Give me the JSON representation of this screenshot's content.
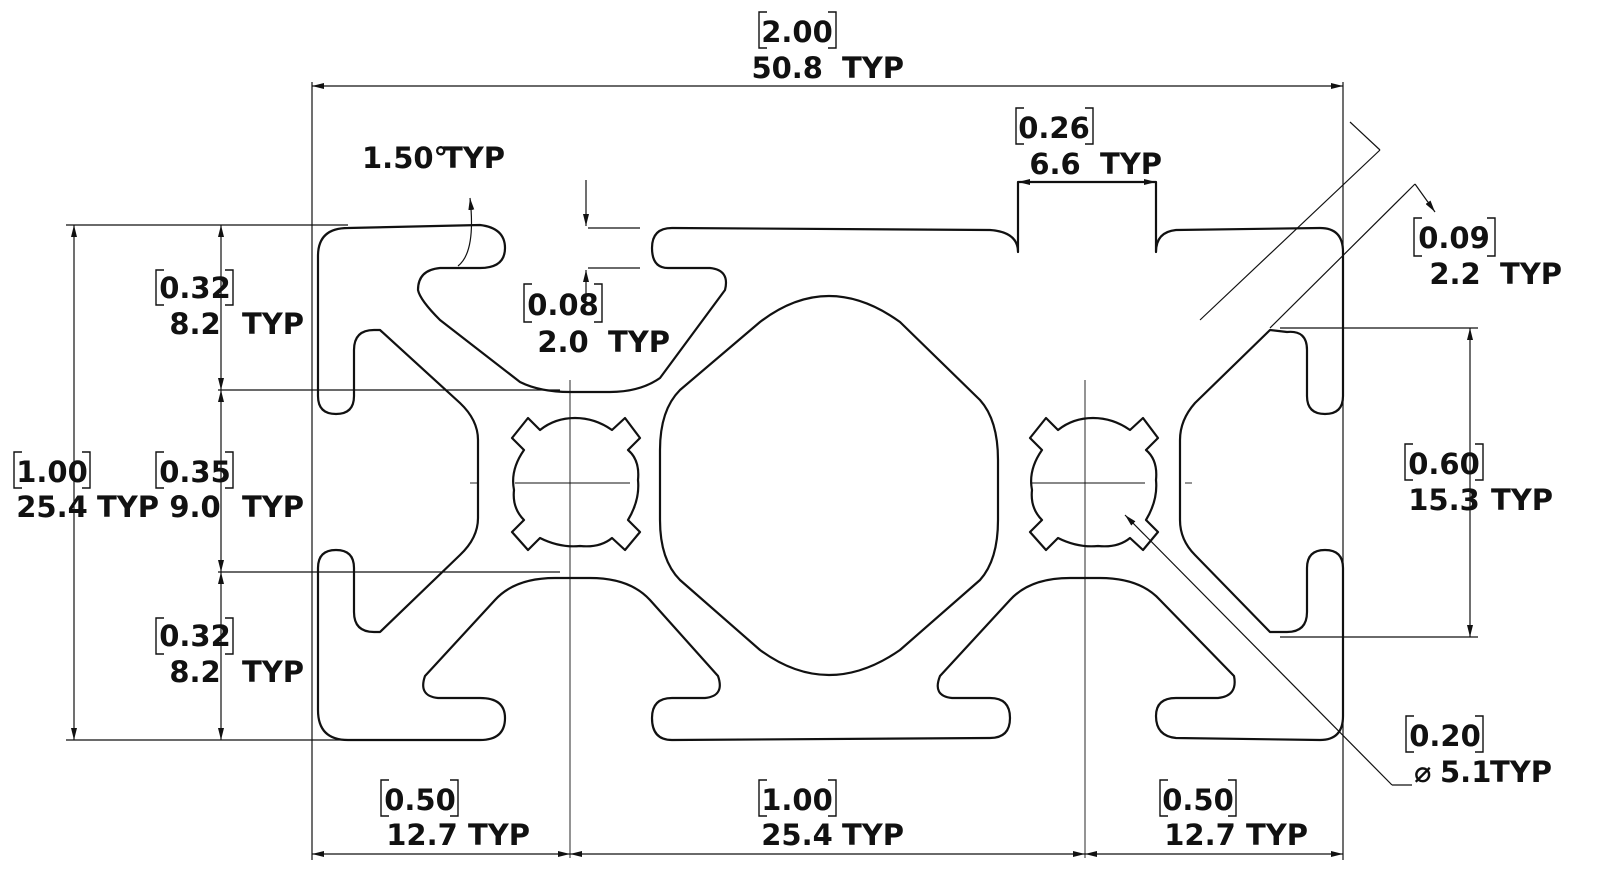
{
  "dimensions": {
    "overall_width": {
      "inch": "2.00",
      "mm": "50.8",
      "typ": "TYP"
    },
    "slot_width": {
      "inch": "0.26",
      "mm": "6.6",
      "typ": "TYP"
    },
    "draft_angle": {
      "text": "1.50°",
      "typ": "TYP"
    },
    "wall_thickness": {
      "inch": "0.08",
      "mm": "2.0",
      "typ": "TYP"
    },
    "corner_wall": {
      "inch": "0.09",
      "mm": "2.2",
      "typ": "TYP"
    },
    "overall_height": {
      "inch": "1.00",
      "mm": "25.4",
      "typ": "TYP"
    },
    "top_lip": {
      "inch": "0.32",
      "mm": "8.2",
      "typ": "TYP"
    },
    "slot_opening": {
      "inch": "0.35",
      "mm": "9.0",
      "typ": "TYP"
    },
    "bottom_lip": {
      "inch": "0.32",
      "mm": "8.2",
      "typ": "TYP"
    },
    "slot_depth_gap": {
      "inch": "0.60",
      "mm": "15.3",
      "typ": "TYP"
    },
    "bore_diameter": {
      "inch": "0.20",
      "symbol": "⌀",
      "mm": "5.1",
      "typ": "TYP"
    },
    "left_offset": {
      "inch": "0.50",
      "mm": "12.7",
      "typ": "TYP"
    },
    "center_pitch": {
      "inch": "1.00",
      "mm": "25.4",
      "typ": "TYP"
    },
    "right_offset": {
      "inch": "0.50",
      "mm": "12.7",
      "typ": "TYP"
    }
  },
  "colors": {
    "line": "#111111",
    "background": "#ffffff"
  }
}
